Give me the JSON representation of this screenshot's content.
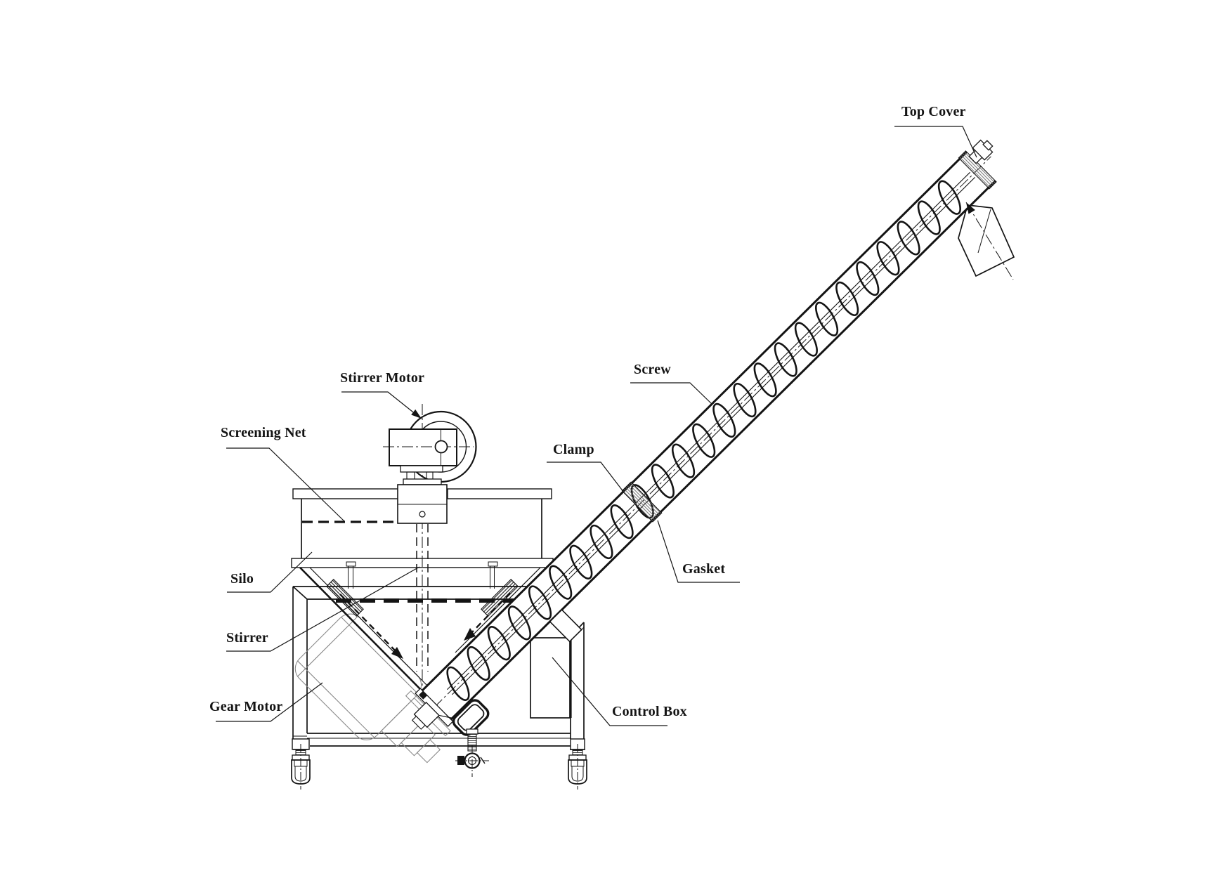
{
  "diagram": {
    "type": "technical-line-drawing",
    "subject": "Inclined screw conveyor with mixing silo hopper",
    "labels": {
      "top_cover": "Top Cover",
      "screw": "Screw",
      "clamp": "Clamp",
      "gasket": "Gasket",
      "stirrer_motor": "Stirrer Motor",
      "screening_net": "Screening Net",
      "silo": "Silo",
      "stirrer": "Stirrer",
      "gear_motor": "Gear Motor",
      "control_box": "Control Box"
    },
    "colors": {
      "ink": "#141414",
      "thin_gray": "#8a8a8a",
      "background": "#ffffff"
    }
  }
}
